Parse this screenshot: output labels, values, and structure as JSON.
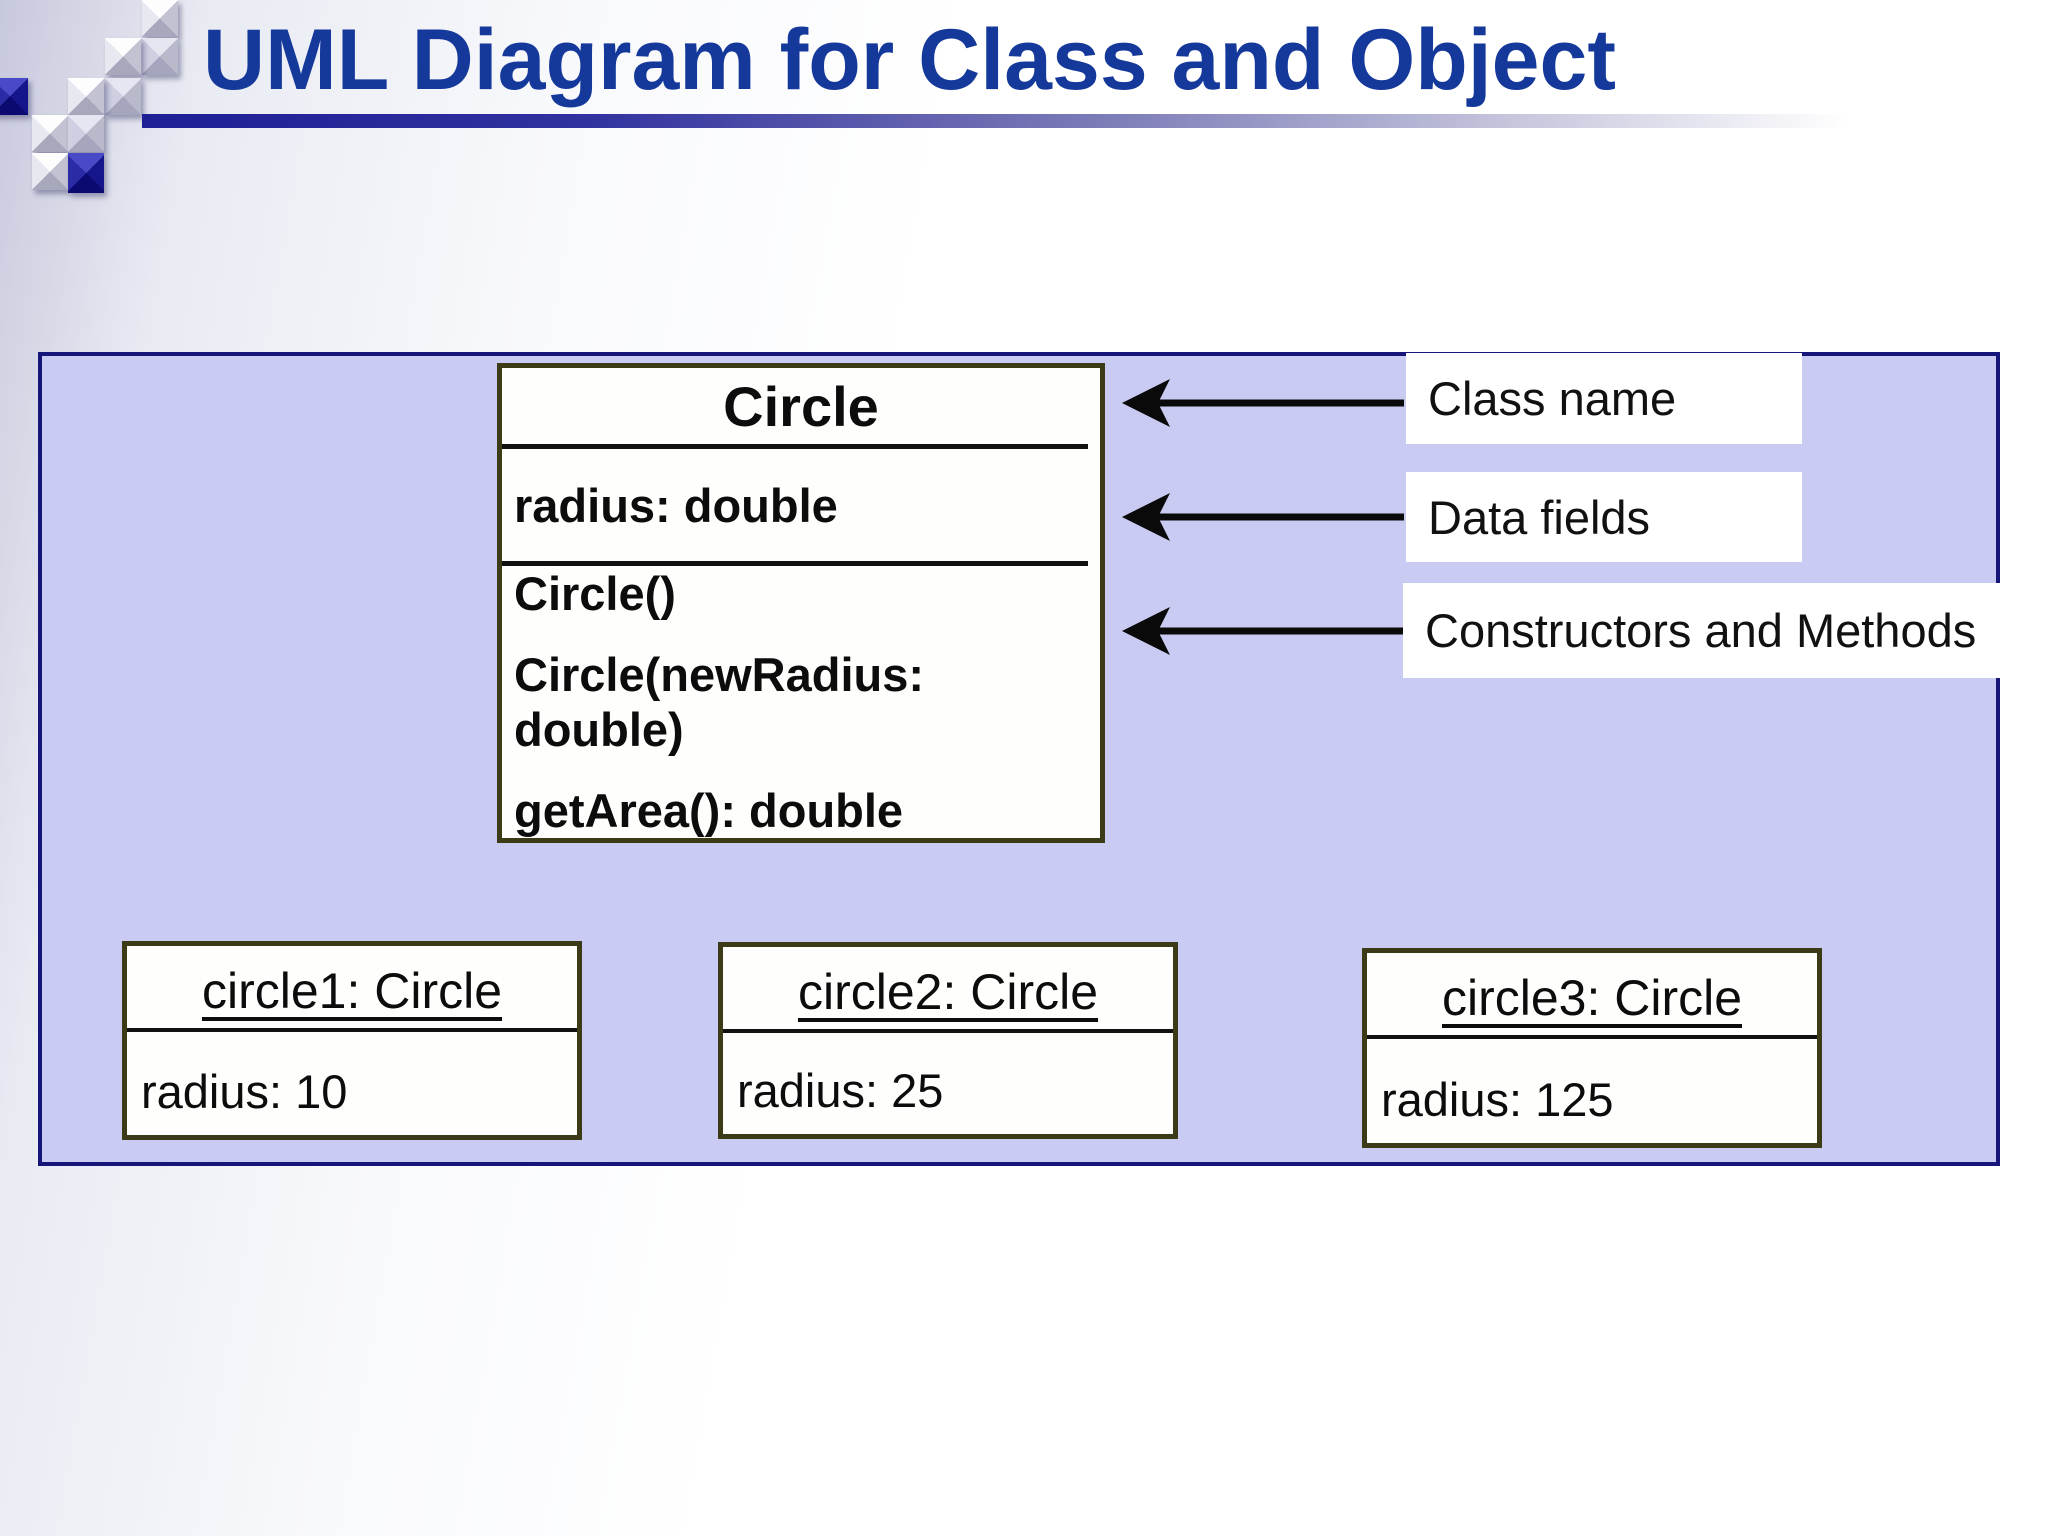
{
  "slide": {
    "title": "UML Diagram for Class and Object"
  },
  "class_box": {
    "name": "Circle",
    "fields": [
      "radius: double"
    ],
    "methods": [
      "Circle()",
      "Circle(newRadius: double)",
      "getArea(): double"
    ]
  },
  "annotations": [
    {
      "label": "Class name"
    },
    {
      "label": "Data fields"
    },
    {
      "label": "Constructors and Methods"
    }
  ],
  "objects": [
    {
      "name": "circle1: Circle",
      "value": "radius: 10"
    },
    {
      "name": "circle2: Circle",
      "value": "radius: 25"
    },
    {
      "name": "circle3: Circle",
      "value": "radius: 125"
    }
  ],
  "colors": {
    "title_text": "#15399b",
    "panel_fill": "#cacbf2",
    "panel_border": "#15157a",
    "box_border": "#3b3b18",
    "box_fill": "#fefefc",
    "separator": "#111111",
    "arrow": "#0a0a0a",
    "label_background": "#ffffff",
    "decor_blue": "#16168c",
    "decor_silver": "#d8d8e6"
  }
}
